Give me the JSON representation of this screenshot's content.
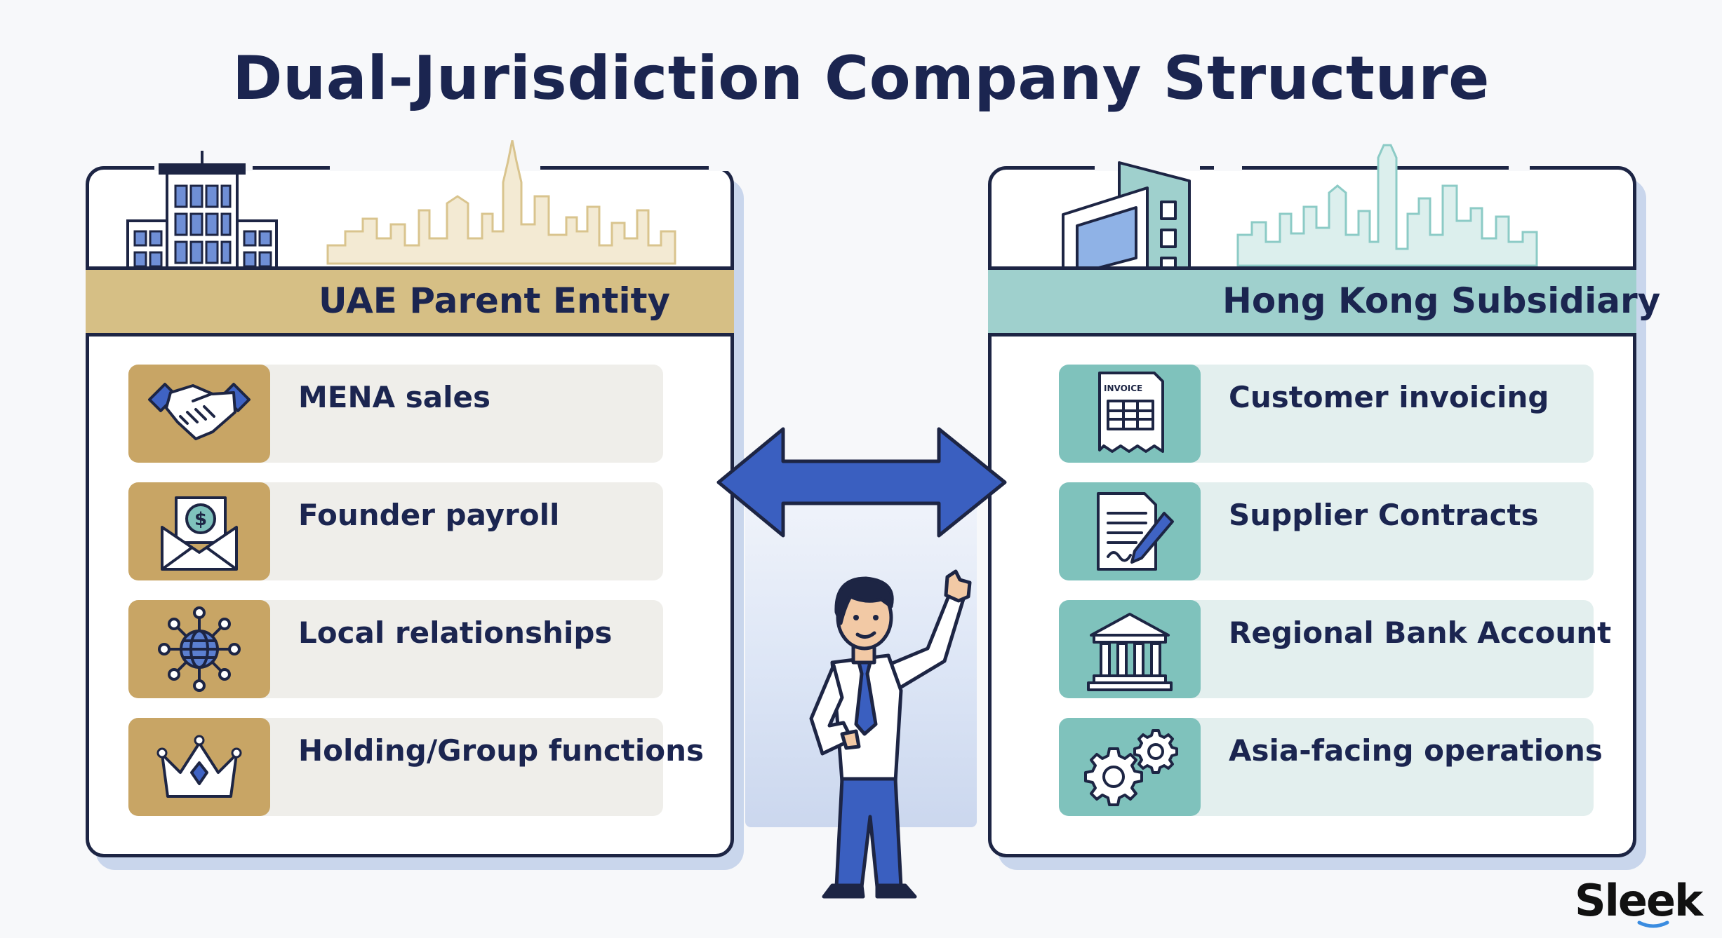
{
  "title": "Dual-Jurisdiction Company Structure",
  "left_panel": {
    "heading": "UAE Parent Entity",
    "items": [
      {
        "label": "MENA sales",
        "icon": "handshake-icon"
      },
      {
        "label": "Founder payroll",
        "icon": "payroll-envelope-icon"
      },
      {
        "label": "Local relationships",
        "icon": "network-globe-icon"
      },
      {
        "label": "Holding/Group functions",
        "icon": "crown-icon"
      }
    ]
  },
  "right_panel": {
    "heading": "Hong Kong Subsidiary",
    "items": [
      {
        "label": "Customer invoicing",
        "icon": "invoice-icon"
      },
      {
        "label": "Supplier Contracts",
        "icon": "contract-signing-icon"
      },
      {
        "label": "Regional Bank Account",
        "icon": "bank-icon"
      },
      {
        "label": "Asia-facing operations",
        "icon": "gears-icon"
      }
    ]
  },
  "invoice_icon_text": "INVOICE",
  "logo": "Sleek",
  "colors": {
    "navy": "#1b2550",
    "gold_band": "#d6bf85",
    "gold_icon": "#c8a565",
    "teal_band": "#9fd0cd",
    "teal_icon": "#7fc2bc",
    "arrow_blue": "#3a5fc0"
  }
}
